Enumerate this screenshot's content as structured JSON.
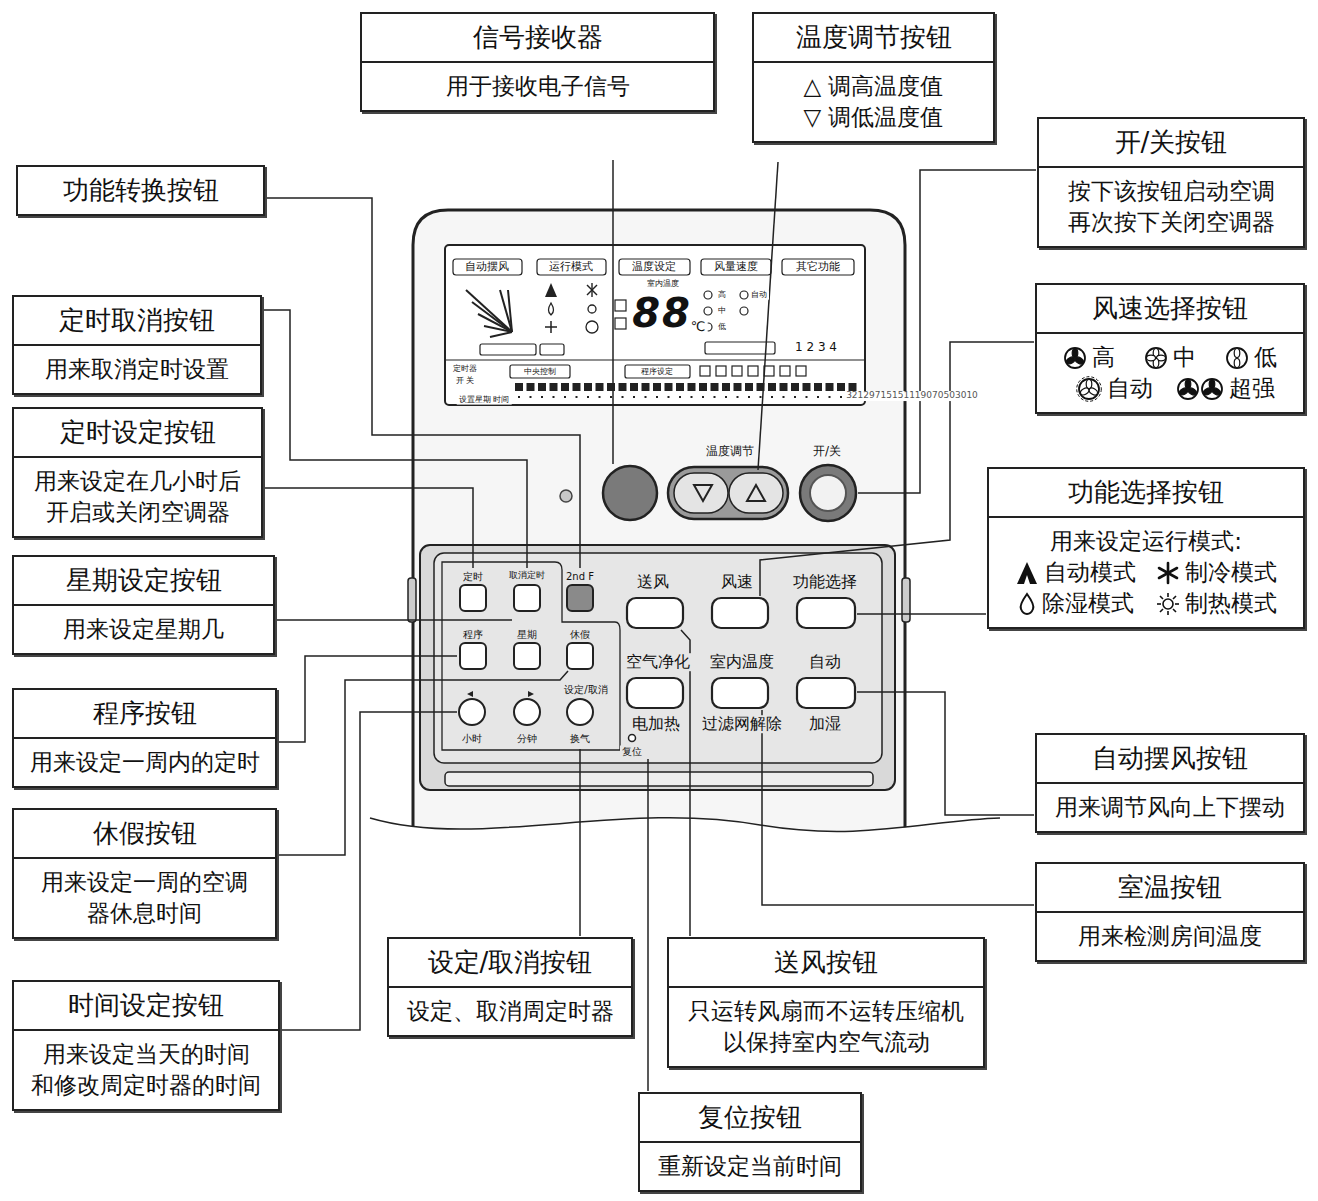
{
  "diagram": {
    "nodes": [
      {
        "text": [
          "信号接收器",
          "用于接收电子信号"
        ]
      },
      {
        "text": [
          "温度调节按钮",
          "△ 调高温度值",
          "▽ 调低温度值"
        ]
      },
      {
        "text": [
          "功能转换按钮"
        ]
      },
      {
        "text": [
          "开/关按钮",
          "按下该按钮启动空调 再次按下关闭空调器"
        ]
      },
      {
        "text": [
          "定时取消按钮",
          "用来取消定时设置"
        ]
      },
      {
        "text": [
          "风速选择按钮",
          "高",
          "中",
          "低",
          "自动",
          "超强"
        ]
      },
      {
        "text": [
          "定时设定按钮",
          "用来设定在几小时后 开启或关闭空调器"
        ]
      },
      {
        "text": [
          "功能选择按钮",
          "用来设定运行模式:",
          "自动模式",
          "制冷模式",
          "除湿模式",
          "制热模式"
        ]
      },
      {
        "text": [
          "星期设定按钮",
          "用来设定星期几"
        ]
      },
      {
        "text": [
          "程序按钮",
          "用来设定一周内的定时"
        ]
      },
      {
        "text": [
          "自动摆风按钮",
          "用来调节风向上下摆动"
        ]
      },
      {
        "text": [
          "休假按钮",
          "用来设定一周的空调 器休息时间"
        ]
      },
      {
        "text": [
          "室温按钮",
          "用来检测房间温度"
        ]
      },
      {
        "text": [
          "设定/取消按钮",
          "设定、取消周定时器"
        ]
      },
      {
        "text": [
          "送风按钮",
          "只运转风扇而不运转压缩机 以保持室内空气流动"
        ]
      },
      {
        "text": [
          "时间设定按钮",
          "用来设定当天的时间 和修改周定时器的时间"
        ]
      },
      {
        "text": [
          "复位按钮",
          "重新设定当前时间"
        ]
      }
    ],
    "labels": [
      "自动摆风",
      "运行模式",
      "温度设定",
      "风量速度",
      "其它功能",
      "室内温度",
      "88",
      "℃",
      "1 2 3 4",
      "定时器",
      "开 关",
      "中央控制",
      "程序设定",
      "设置星期 时间",
      "32129715151119070503010",
      "温度调节",
      "开/关",
      "定时",
      "取消定时",
      "2nd F",
      "程序",
      "星期",
      "休假",
      "设定/取消",
      "小时",
      "分钟",
      "换气",
      "复位",
      "送风",
      "风速",
      "功能选择",
      "空气净化",
      "室内温度",
      "自动",
      "电加热",
      "过滤网解除",
      "加湿",
      "高",
      "自动",
      "中",
      "低"
    ]
  }
}
